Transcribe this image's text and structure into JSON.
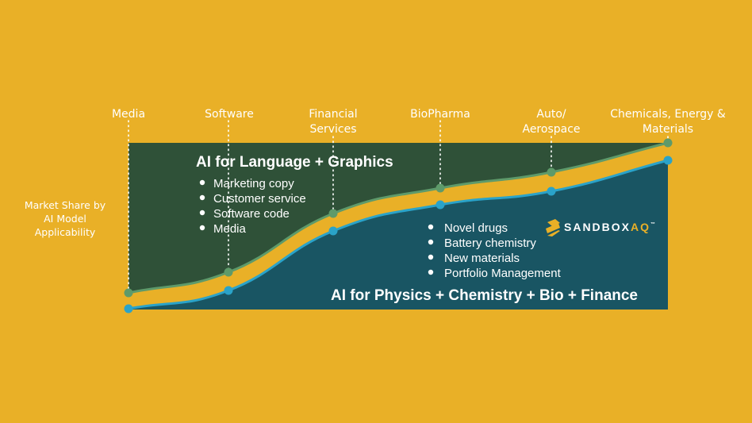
{
  "y_axis_label": [
    "Market Share by",
    "AI Model",
    "Applicability"
  ],
  "categories": [
    {
      "lines": [
        "Media"
      ]
    },
    {
      "lines": [
        "Software"
      ]
    },
    {
      "lines": [
        "Financial",
        "Services"
      ]
    },
    {
      "lines": [
        "BioPharma"
      ]
    },
    {
      "lines": [
        "Auto/",
        "Aerospace"
      ]
    },
    {
      "lines": [
        "Chemicals, Energy &",
        "Materials"
      ]
    }
  ],
  "language_region": {
    "title": "AI for Language + Graphics",
    "items": [
      "Marketing copy",
      "Customer service",
      "Software code",
      "Media"
    ]
  },
  "physics_region": {
    "title": "AI for Physics + Chemistry + Bio + Finance",
    "items": [
      "Novel drugs",
      "Battery chemistry",
      "New materials",
      "Portfolio Management"
    ]
  },
  "logo": {
    "text_main": "SANDBOX",
    "text_accent": "AQ",
    "tm": "™"
  },
  "colors": {
    "background": "#E9B027",
    "language": "#2F5138",
    "physics": "#195563",
    "green_line": "#5E9A6A",
    "blue_line": "#2AA3C9"
  }
}
